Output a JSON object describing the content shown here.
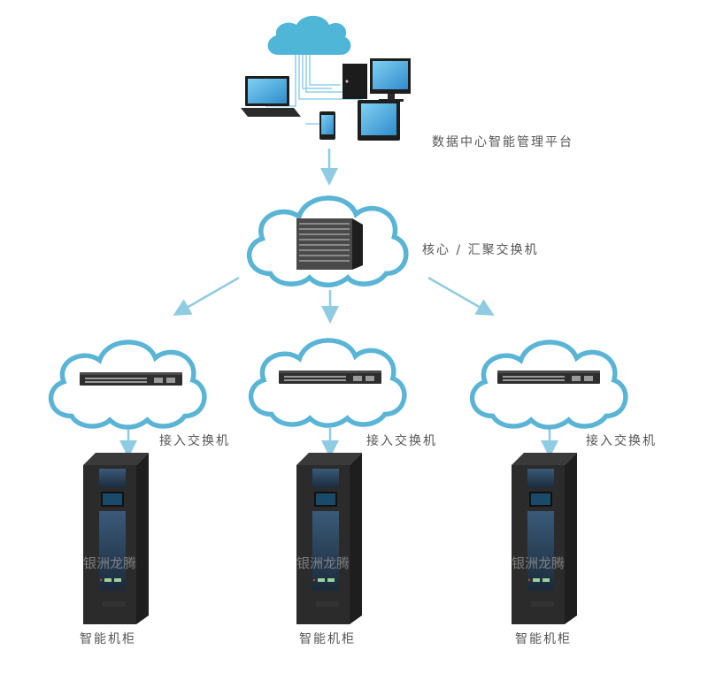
{
  "colors": {
    "cloud_stroke": "#5ab4d6",
    "cloud_fill_top": "#4fb6d8",
    "arrow": "#8fcbe3",
    "label": "#555555",
    "device_dark": "#2b2b2b",
    "screen_blue": "#4aa8dc"
  },
  "top": {
    "label": "数据中心智能管理平台",
    "icons": [
      "cloud-icon",
      "laptop-icon",
      "desktop-tower-icon",
      "monitor-icon",
      "tablet-icon",
      "phone-icon"
    ]
  },
  "core": {
    "label": "核心 / 汇聚交换机",
    "device": "chassis-switch"
  },
  "access": [
    {
      "label": "接入交换机",
      "device": "rack-switch"
    },
    {
      "label": "接入交换机",
      "device": "rack-switch"
    },
    {
      "label": "接入交换机",
      "device": "rack-switch"
    }
  ],
  "cabinets": [
    {
      "label": "智能机柜",
      "watermark": "银洲龙腾"
    },
    {
      "label": "智能机柜",
      "watermark": "银洲龙腾"
    },
    {
      "label": "智能机柜",
      "watermark": "银洲龙腾"
    }
  ]
}
